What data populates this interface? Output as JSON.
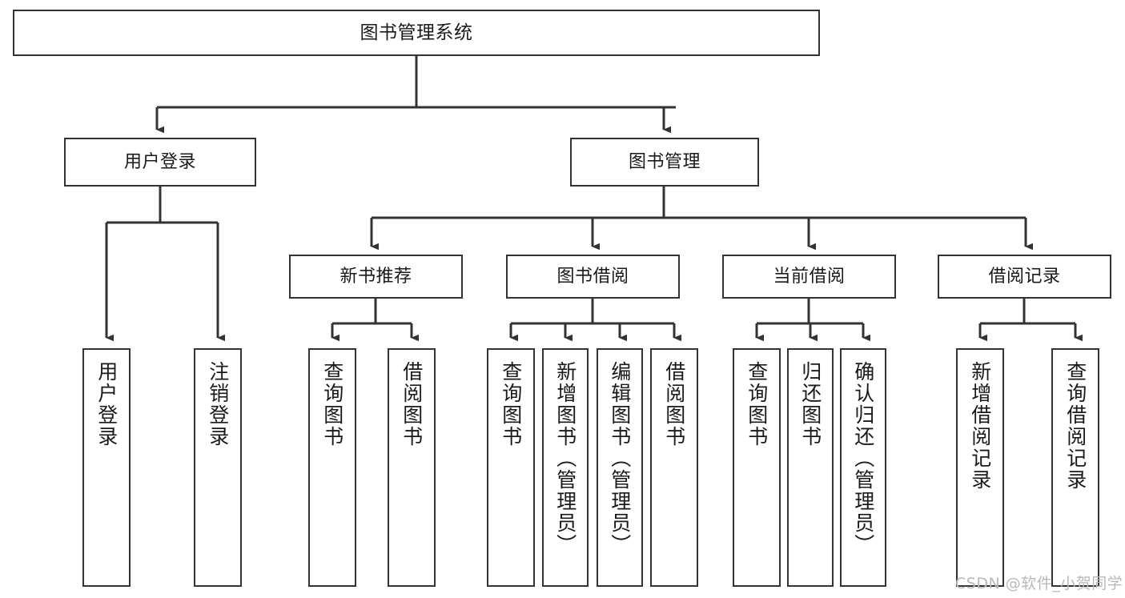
{
  "diagram": {
    "type": "tree",
    "title": "图书管理系统",
    "orientation": "top-down",
    "line_color": "#333333",
    "box_fill": "#ffffff",
    "text_color": "#1a1a1a",
    "nodes": {
      "root": {
        "label": "图书管理系统",
        "level": 1
      },
      "user_login": {
        "label": "用户登录",
        "level": 2
      },
      "book_manage": {
        "label": "图书管理",
        "level": 2
      },
      "new_book_rec": {
        "label": "新书推荐",
        "level": 3
      },
      "book_borrow": {
        "label": "图书借阅",
        "level": 3
      },
      "current_borrow": {
        "label": "当前借阅",
        "level": 3
      },
      "borrow_record": {
        "label": "借阅记录",
        "level": 3
      },
      "leaf_user_login": {
        "label": "用户登录",
        "level": 4
      },
      "leaf_logout": {
        "label": "注销登录",
        "level": 4
      },
      "leaf_query_book_a": {
        "label": "查询图书",
        "level": 4
      },
      "leaf_borrow_book_a": {
        "label": "借阅图书",
        "level": 4
      },
      "leaf_query_book_b": {
        "label": "查询图书",
        "level": 4
      },
      "leaf_add_book": {
        "label": "新增图书（管理员）",
        "level": 4
      },
      "leaf_edit_book": {
        "label": "编辑图书（管理员）",
        "level": 4
      },
      "leaf_borrow_book_b": {
        "label": "借阅图书",
        "level": 4
      },
      "leaf_query_book_c": {
        "label": "查询图书",
        "level": 4
      },
      "leaf_return_book": {
        "label": "归还图书",
        "level": 4
      },
      "leaf_confirm_return": {
        "label": "确认归还（管理员）",
        "level": 4
      },
      "leaf_add_record": {
        "label": "新增借阅记录",
        "level": 4
      },
      "leaf_query_record": {
        "label": "查询借阅记录",
        "level": 4
      }
    },
    "watermark": "CSDN @软件_小贺同学"
  }
}
